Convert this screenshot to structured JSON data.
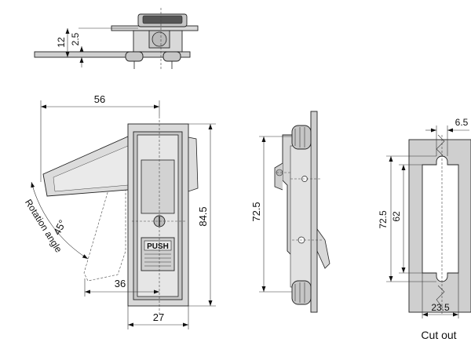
{
  "top_view": {
    "dim_height_total": "12",
    "dim_height_flange": "2.5"
  },
  "front_view": {
    "dim_width_handle": "56",
    "dim_height_body": "84.5",
    "dim_width_body": "27",
    "dim_handle_offset": "36",
    "angle_value": "45°",
    "angle_label": "Rotation angle",
    "push_label": "PUSH"
  },
  "side_view": {
    "dim_height": "72.5"
  },
  "cutout": {
    "dim_slot_width": "6.5",
    "dim_total_height": "72.5",
    "dim_inner_height": "62",
    "dim_width": "23.5",
    "caption": "Cut out"
  }
}
